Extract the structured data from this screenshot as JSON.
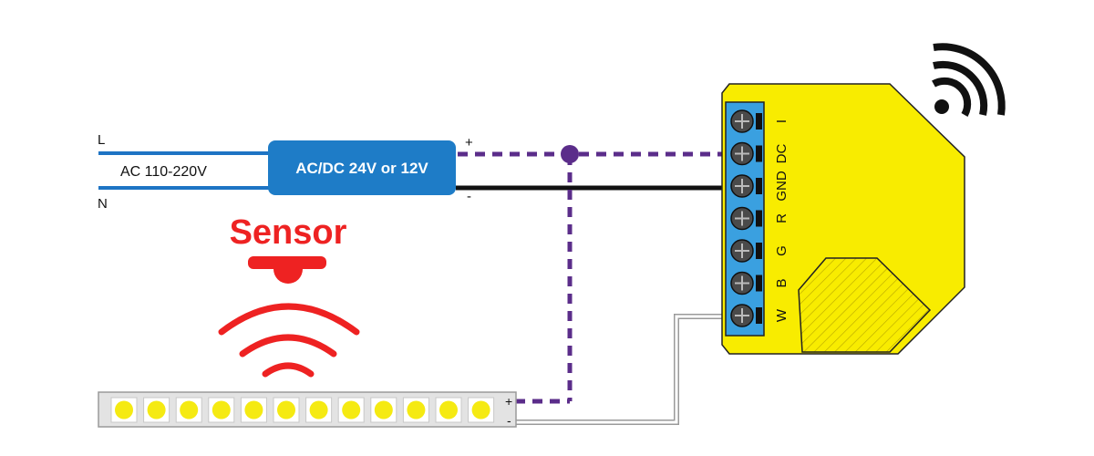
{
  "mains": {
    "line_label": "L",
    "neutral_label": "N",
    "voltage_label": "AC 110-220V"
  },
  "psu": {
    "label": "AC/DC 24V or 12V",
    "plus_label": "+",
    "minus_label": "-"
  },
  "sensor": {
    "label": "Sensor"
  },
  "strip": {
    "plus_label": "+",
    "minus_label": "-",
    "led_count": 12
  },
  "module": {
    "terminals": [
      "I",
      "DC",
      "GND",
      "R",
      "G",
      "B",
      "W"
    ]
  },
  "colors": {
    "psu_blue": "#1e7cc7",
    "mains_wire_blue": "#1e74c4",
    "module_yellow": "#f8ec00",
    "terminal_blue": "#3aa0e0",
    "dashed_purple": "#5b2d8a",
    "sensor_red": "#ee2222",
    "led_yellow": "#f5ea12"
  },
  "icons": [
    "wifi-icon",
    "sensor-icon",
    "signal-waves-icon"
  ]
}
